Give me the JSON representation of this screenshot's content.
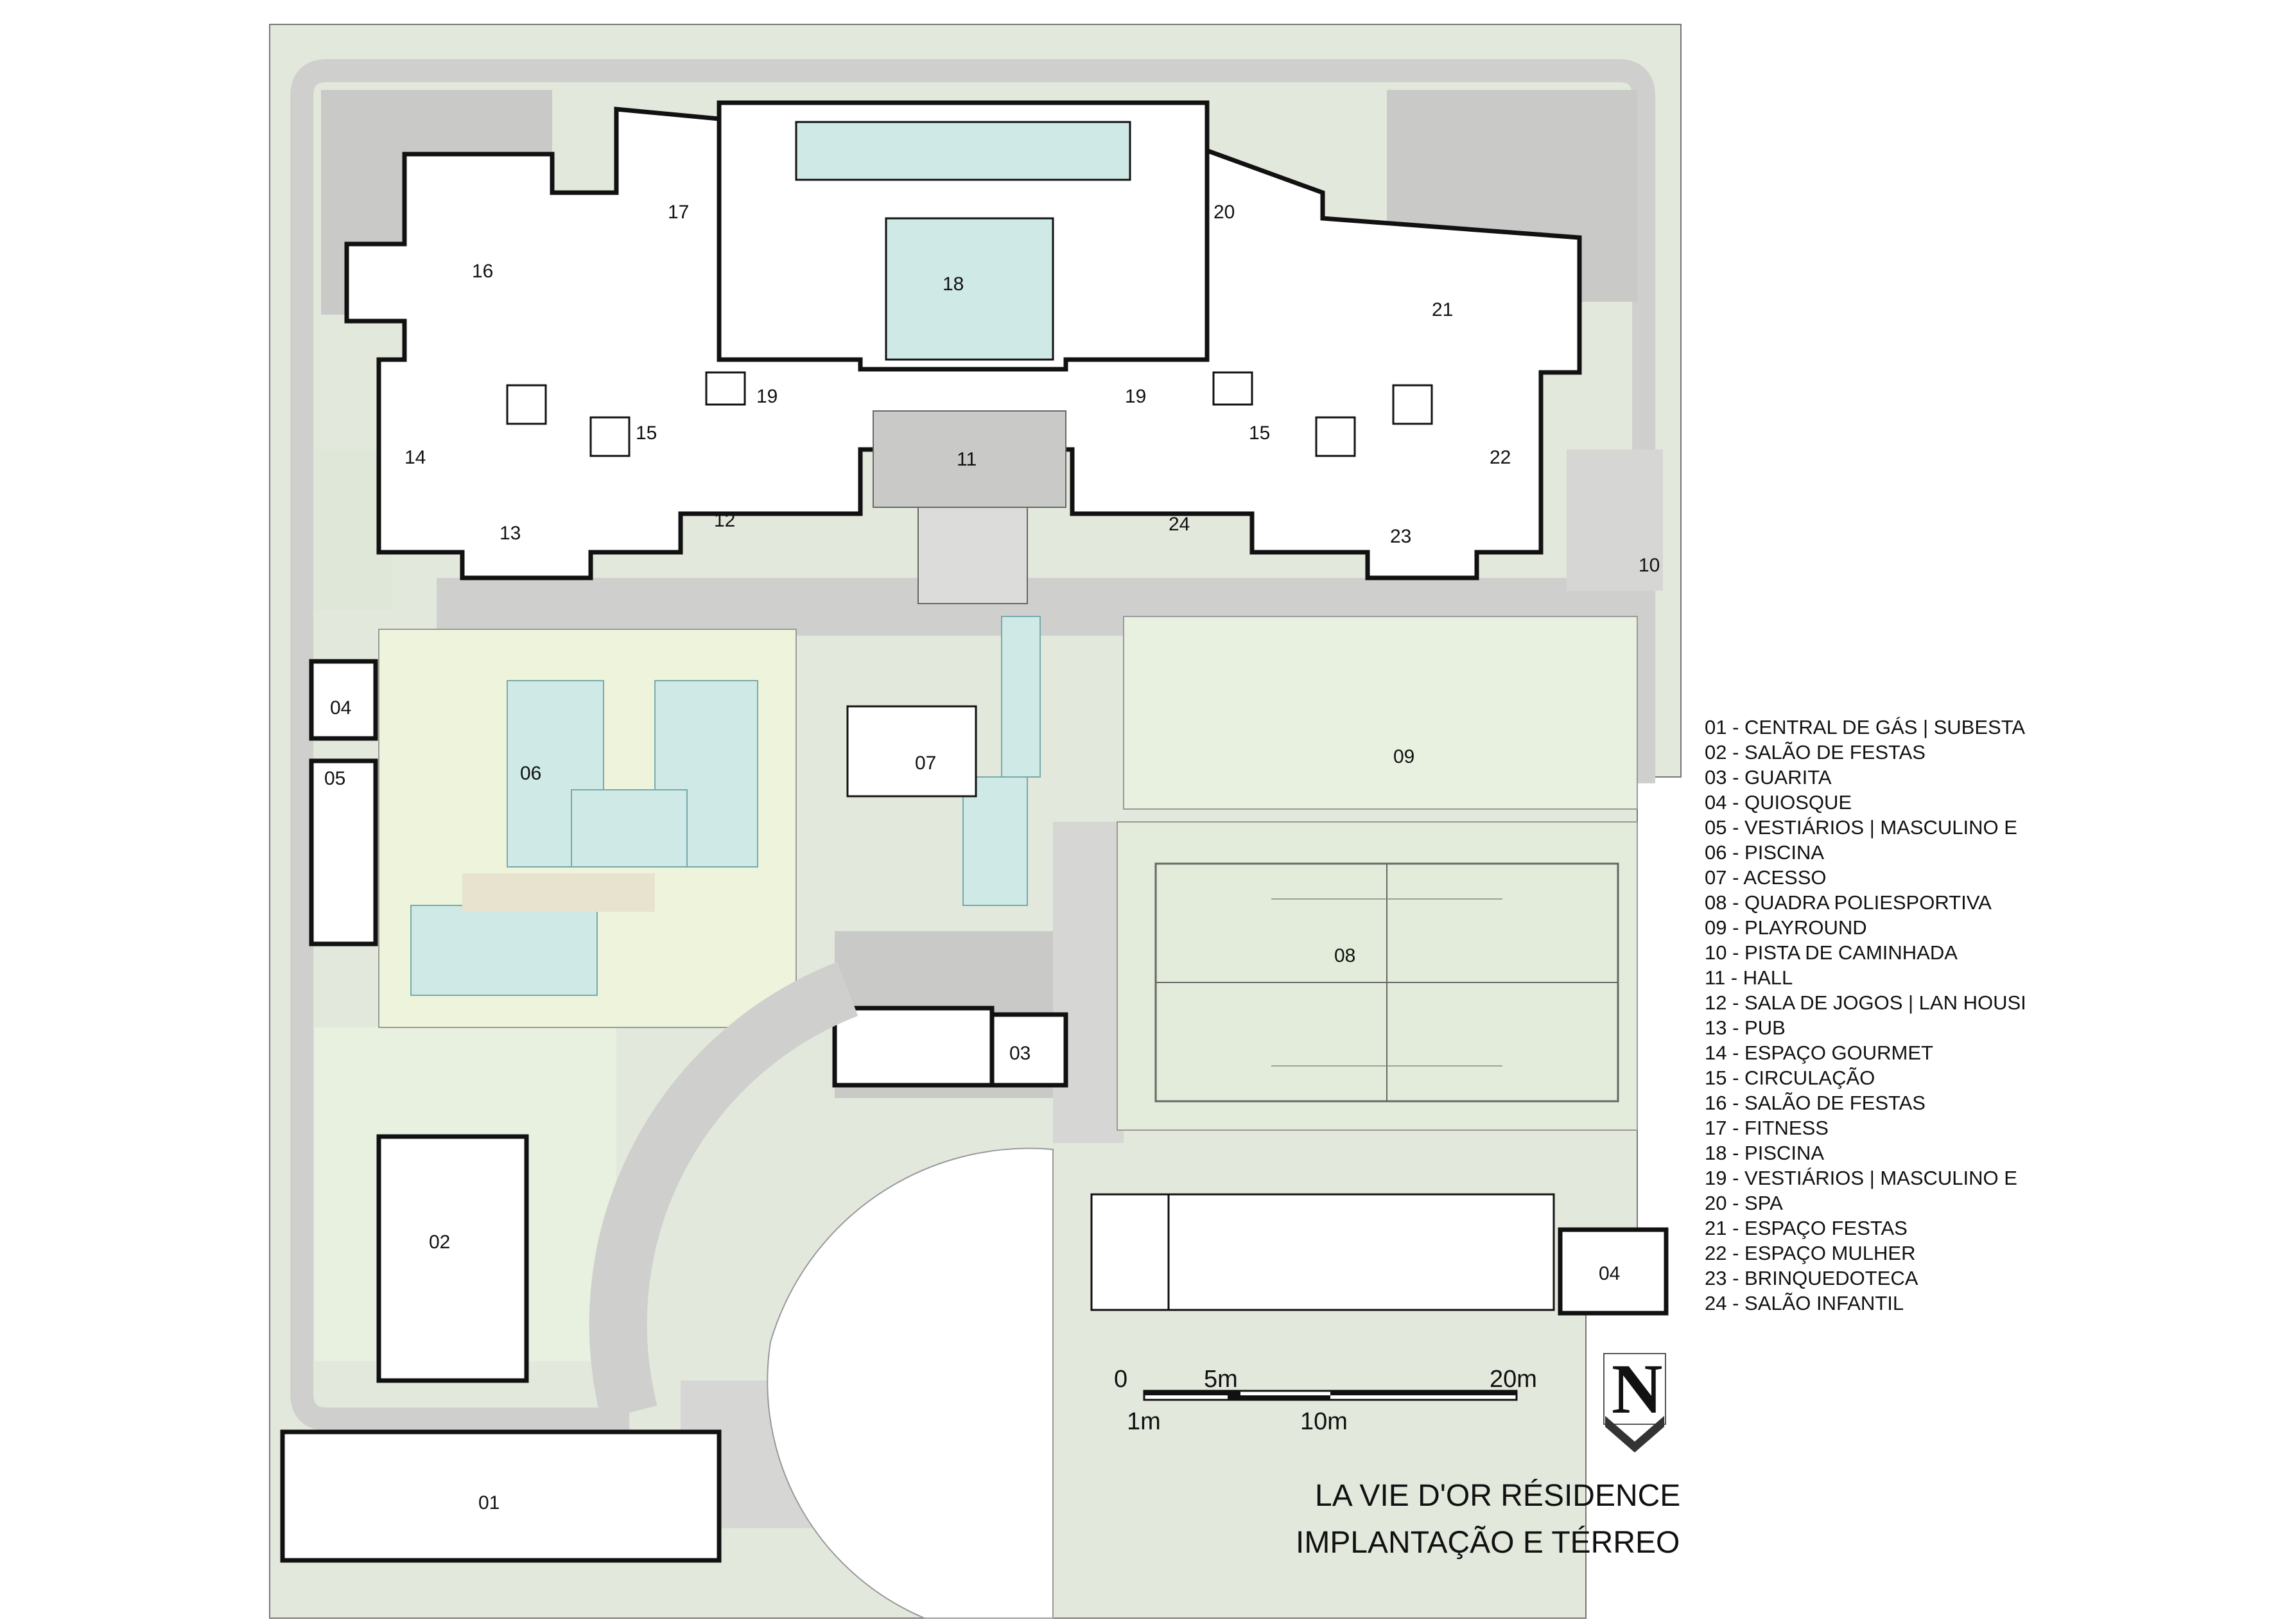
{
  "rooms": {
    "r01": "01",
    "r02": "02",
    "r03": "03",
    "r04a": "04",
    "r04b": "04",
    "r05": "05",
    "r06": "06",
    "r07": "07",
    "r08": "08",
    "r09": "09",
    "r10": "10",
    "r11": "11",
    "r12": "12",
    "r13": "13",
    "r14": "14",
    "r15a": "15",
    "r15b": "15",
    "r16": "16",
    "r17": "17",
    "r18": "18",
    "r19a": "19",
    "r19b": "19",
    "r20": "20",
    "r21": "21",
    "r22": "22",
    "r23": "23",
    "r24": "24"
  },
  "legend": [
    "01 - CENTRAL DE GÁS | SUBESTA",
    "02 - SALÃO DE FESTAS",
    "03 - GUARITA",
    "04 - QUIOSQUE",
    "05 - VESTIÁRIOS | MASCULINO E",
    "06 - PISCINA",
    "07 - ACESSO",
    "08 - QUADRA POLIESPORTIVA",
    "09 - PLAYROUND",
    "10 - PISTA DE CAMINHADA",
    "11 - HALL",
    "12 - SALA DE JOGOS | LAN HOUSI",
    "13 - PUB",
    "14 - ESPAÇO GOURMET",
    "15 - CIRCULAÇÃO",
    "16 - SALÃO DE FESTAS",
    "17 - FITNESS",
    "18 - PISCINA",
    "19 - VESTIÁRIOS | MASCULINO E",
    "20 - SPA",
    "21 - ESPAÇO FESTAS",
    "22 - ESPAÇO MULHER",
    "23 - BRINQUEDOTECA",
    "24 - SALÃO INFANTIL"
  ],
  "scale": {
    "zero": "0",
    "five": "5m",
    "twenty": "20m",
    "one": "1m",
    "ten": "10m"
  },
  "north": "N",
  "title": {
    "line1": "LA VIE D'OR RÉSIDENCE",
    "line2": "IMPLANTAÇÃO E TÉRREO"
  },
  "colors": {
    "lawn": "#dfe8d8",
    "lawnLight": "#e8f0e0",
    "paving": "#c9cac8",
    "pavingLight": "#dcdcda",
    "water": "#cfe9e6",
    "deck": "#eef4dc",
    "court": "#e3ecdb",
    "wall": "#111111"
  }
}
